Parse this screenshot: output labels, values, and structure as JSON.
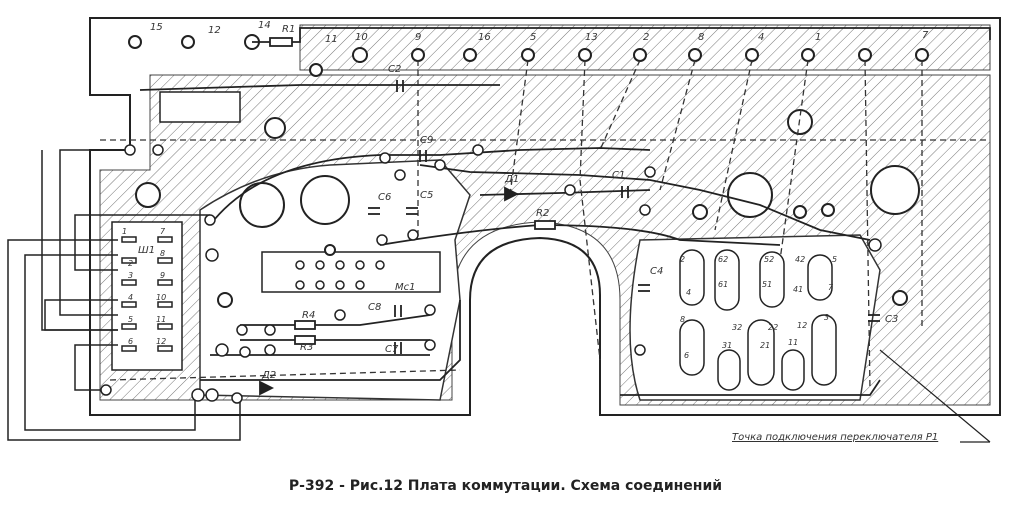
{
  "caption": "Р-392 - Рис.12 Плата коммутации. Схема соединений",
  "footnote": "Точка подключения переключателя P1",
  "terminal_labels": [
    "15",
    "12",
    "14",
    "R1",
    "11",
    "10",
    "9",
    "16",
    "5",
    "13",
    "2",
    "8",
    "4",
    "1",
    "7"
  ],
  "component_labels": [
    "C2",
    "C9",
    "C6",
    "C5",
    "Д1",
    "C1",
    "R2",
    "C4",
    "C3",
    "C8",
    "C7",
    "R3",
    "R4",
    "Д2",
    "Mc1",
    "Ш1"
  ],
  "connector_pins": [
    "1",
    "7",
    "2",
    "8",
    "3",
    "9",
    "4",
    "10",
    "5",
    "11",
    "6",
    "12"
  ],
  "right_block_labels": [
    "2",
    "4",
    "6",
    "62",
    "61",
    "51",
    "52",
    "42",
    "41",
    "5",
    "7",
    "3",
    "32",
    "31",
    "22",
    "21",
    "12",
    "11",
    "8"
  ]
}
